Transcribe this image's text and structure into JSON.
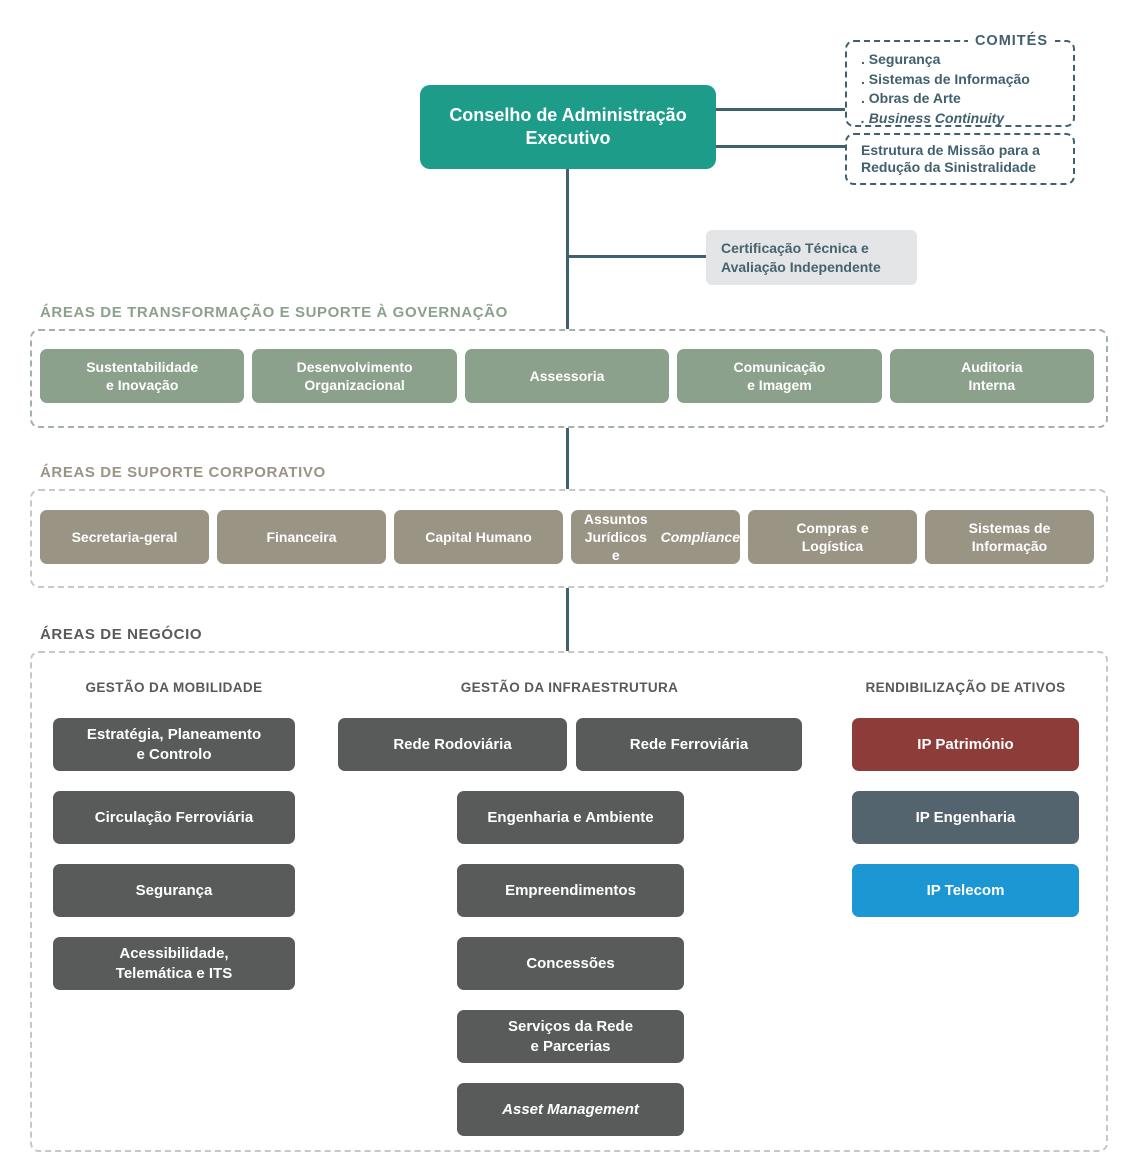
{
  "palette": {
    "teal": "#1e9c8a",
    "slate_line": "#41606e",
    "sage": "#8ba18c",
    "sage_dash": "#a3b2a4",
    "tan": "#999484",
    "gray_dash": "#c7c7c3",
    "dark_gray": "#595a5a",
    "light_gray_box": "#e4e5e6",
    "brick_red": "#8d3c39",
    "steel_blue": "#53646e",
    "bright_blue": "#1d96d4"
  },
  "root_box": {
    "label": "Conselho de Administração\nExecutivo"
  },
  "comites": {
    "title": "COMITÉS",
    "items": [
      [
        {
          "t": ". Segurança"
        }
      ],
      [
        {
          "t": ". Sistemas de Informação"
        }
      ],
      [
        {
          "t": ". Obras de Arte"
        }
      ],
      [
        {
          "t": ". Business Continuity",
          "i": true
        }
      ]
    ]
  },
  "mission_box": {
    "label": "Estrutura de Missão para a\nRedução da Sinistralidade"
  },
  "certification_box": {
    "label": "Certificação Técnica e\nAvaliação Independente"
  },
  "governance_section": {
    "title": "ÁREAS DE TRANSFORMAÇÃO E SUPORTE À GOVERNAÇÃO",
    "boxes": [
      {
        "label": "Sustentabilidade\ne Inovação"
      },
      {
        "label": "Desenvolvimento\nOrganizacional"
      },
      {
        "label": "Assessoria"
      },
      {
        "label": "Comunicação\ne Imagem"
      },
      {
        "label": "Auditoria\nInterna"
      }
    ]
  },
  "corporate_section": {
    "title": "ÁREAS DE SUPORTE CORPORATIVO",
    "boxes": [
      {
        "label": "Secretaria-geral"
      },
      {
        "label": "Financeira"
      },
      {
        "label": "Capital Humano"
      },
      {
        "segments": [
          {
            "t": "Assuntos Jurídicos\ne "
          },
          {
            "t": "Compliance",
            "i": true
          }
        ]
      },
      {
        "label": "Compras e\nLogística"
      },
      {
        "label": "Sistemas de\nInformação"
      }
    ]
  },
  "business_section": {
    "title": "ÁREAS DE NEGÓCIO",
    "mobility": {
      "header": "GESTÃO DA MOBILIDADE",
      "boxes": [
        {
          "label": "Estratégia, Planeamento\ne Controlo"
        },
        {
          "label": "Circulação Ferroviária"
        },
        {
          "label": "Segurança"
        },
        {
          "label": "Acessibilidade,\nTelemática e ITS"
        }
      ]
    },
    "infrastructure": {
      "header": "GESTÃO DA INFRAESTRUTURA",
      "top_row": [
        {
          "label": "Rede Rodoviária"
        },
        {
          "label": "Rede Ferroviária"
        }
      ],
      "stack": [
        {
          "label": "Engenharia e Ambiente"
        },
        {
          "label": "Empreendimentos"
        },
        {
          "label": "Concessões"
        },
        {
          "label": "Serviços da Rede\ne Parcerias"
        },
        {
          "segments": [
            {
              "t": "Asset Management",
              "i": true
            }
          ]
        }
      ]
    },
    "assets": {
      "header": "RENDIBILIZAÇÃO DE ATIVOS",
      "boxes": [
        {
          "label": "IP Património",
          "color": "#8d3c39"
        },
        {
          "label": "IP Engenharia",
          "color": "#53646e"
        },
        {
          "label": "IP Telecom",
          "color": "#1d96d4"
        }
      ]
    }
  }
}
